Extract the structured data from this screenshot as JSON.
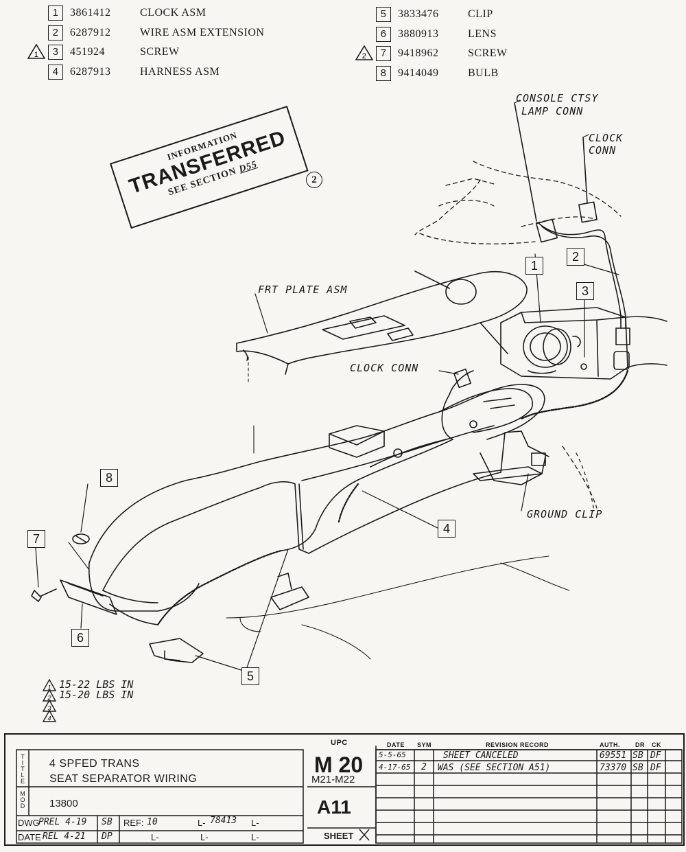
{
  "parts_left": [
    {
      "num": "1",
      "part": "3861412",
      "desc": "CLOCK ASM",
      "flag": ""
    },
    {
      "num": "2",
      "part": "6287912",
      "desc": "WIRE ASM EXTENSION",
      "flag": ""
    },
    {
      "num": "3",
      "part": "451924",
      "desc": "SCREW",
      "flag": "1"
    },
    {
      "num": "4",
      "part": "6287913",
      "desc": "HARNESS ASM",
      "flag": ""
    }
  ],
  "parts_right": [
    {
      "num": "5",
      "part": "3833476",
      "desc": "CLIP",
      "flag": ""
    },
    {
      "num": "6",
      "part": "3880913",
      "desc": "LENS",
      "flag": ""
    },
    {
      "num": "7",
      "part": "9418962",
      "desc": "SCREW",
      "flag": "2"
    },
    {
      "num": "8",
      "part": "9414049",
      "desc": "BULB",
      "flag": ""
    }
  ],
  "stamp": {
    "line1": "INFORMATION",
    "line2": "TRANSFERRED",
    "line3_prefix": "SEE SECTION",
    "line3_section": "D55",
    "circle_ref": "2"
  },
  "labels": {
    "console_ctsy_1": "CONSOLE CTSY",
    "console_ctsy_2": "LAMP CONN",
    "clock_conn_top_1": "CLOCK",
    "clock_conn_top_2": "CONN",
    "frt_plate": "FRT PLATE ASM",
    "clock_conn_mid": "CLOCK CONN",
    "ground_clip": "GROUND CLIP"
  },
  "callouts": {
    "c1": "1",
    "c2": "2",
    "c3": "3",
    "c4": "4",
    "c5": "5",
    "c6": "6",
    "c7": "7",
    "c8": "8"
  },
  "notes": [
    {
      "num": "1",
      "text": "15-22 LBS IN"
    },
    {
      "num": "2",
      "text": "15-20 LBS IN"
    },
    {
      "num": "3",
      "text": ""
    },
    {
      "num": "4",
      "text": ""
    }
  ],
  "title_block": {
    "title_side_label": "TITLE",
    "mod_side_label": "MOD",
    "title_line1": "4 SPFED TRANS",
    "title_line2": "SEAT SEPARATOR WIRING",
    "mod": "13800",
    "dwg_label": "DWG",
    "dwg_value": "PREL 4-19",
    "dwg_init": "SB",
    "date_label": "DATE",
    "date_value": "REL 4-21",
    "date_init": "DP",
    "ref_label": "REF:",
    "ref_value": "10",
    "l_labels": [
      "L-",
      "L-",
      "L-",
      "L-",
      "L-"
    ],
    "l_value": "78413",
    "upc_header": "UPC",
    "upc_main": "M 20",
    "upc_sub": "M21-M22",
    "upc_code": "A11",
    "sheet_label": "SHEET",
    "rev_headers": {
      "date": "DATE",
      "sym": "SYM",
      "record": "REVISION RECORD",
      "auth": "AUTH.",
      "dr": "DR",
      "ck": "CK"
    },
    "revisions": [
      {
        "date": "5-5-65",
        "sym": "",
        "record": "SHEET CANCELED",
        "auth": "69551",
        "dr": "SB",
        "ck": "DF"
      },
      {
        "date": "4-17-65",
        "sym": "2",
        "record": "WAS (SEE SECTION A51)",
        "auth": "73370",
        "dr": "SB",
        "ck": "DF"
      }
    ]
  }
}
